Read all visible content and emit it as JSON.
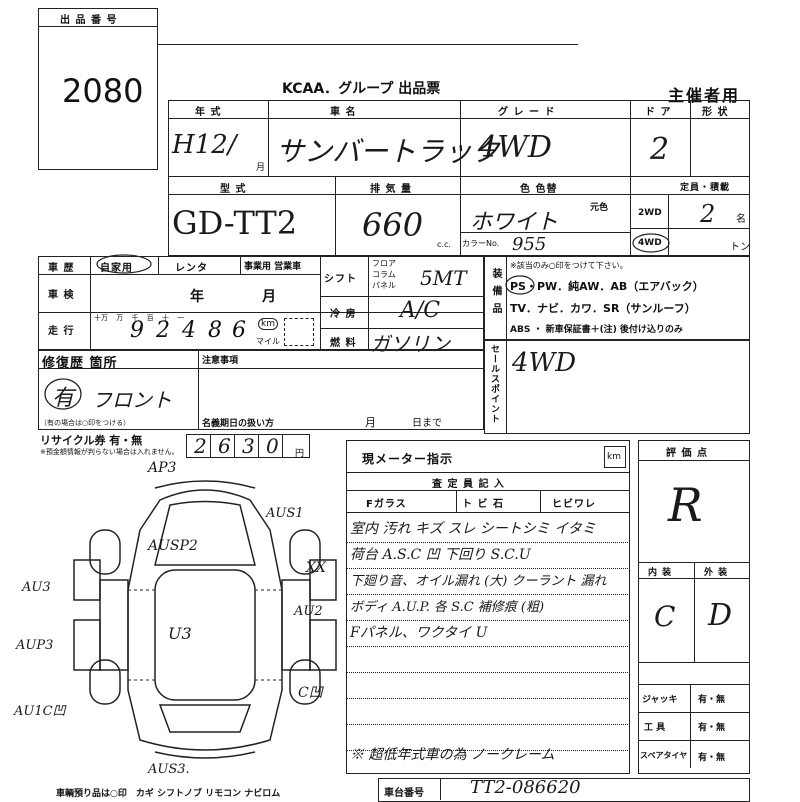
{
  "listing": {
    "header": "出 品 番 号",
    "number": "2080"
  },
  "form": {
    "title": "KCAA．グループ 出品票",
    "usage": "主催者用"
  },
  "row1": {
    "year_label": "年 式",
    "year_value": "H12/",
    "month_label": "月",
    "name_label": "車 名",
    "name_value": "サンバートラック",
    "grade_label": "グ レ ー ド",
    "grade_value": "4WD",
    "door_label": "ド ア",
    "door_value": "2",
    "shape_label": "形 状"
  },
  "row2": {
    "model_label": "型 式",
    "model_value": "GD-TT2",
    "cc_label": "排 気 量",
    "cc_value": "660",
    "cc_unit": "c.c.",
    "color_label": "色 色替",
    "color_value": "ホワイト",
    "color_orig_label": "元色",
    "colorno_label": "カラーNo.",
    "colorno_value": "955",
    "capacity_label": "定員・積載",
    "wd2": "2WD",
    "wd4": "4WD",
    "capacity_value": "2",
    "capacity_unit": "名",
    "load_unit": "トン"
  },
  "history": {
    "label": "車 歴",
    "opt1": "自家用",
    "opt2": "レンタ",
    "opt3": "事業用 営業車",
    "inspect_label": "車 検",
    "inspect_year": "年",
    "inspect_month": "月",
    "mileage_label": "走 行",
    "mileage_units": "十万 万 千 百 十 一",
    "mileage_digits": [
      "9",
      "2",
      "4",
      "8",
      "6"
    ],
    "km": "km",
    "mile": "マイル",
    "shift_label": "シフト",
    "shift_opts": "フロア\nコラム\nパネル",
    "shift_value": "5MT",
    "ac_label": "冷 房",
    "ac_value": "A/C",
    "fuel_label": "燃 料",
    "fuel_value": "ガソリン"
  },
  "equipment": {
    "label": "装 備 品",
    "note": "※該当のみ○印をつけて下さい。",
    "line1": "PS・PW．純AW．AB（エアバック）",
    "line2": "TV．ナビ．カワ．SR（サンルーフ）",
    "line3": "ABS ・ 新車保証書＋(注) 後付け込りのみ"
  },
  "repair": {
    "label": "修復歴 箇所",
    "mark": "有",
    "value": "フロント",
    "note": "（有の場合は○印をつける）",
    "notice_label": "注意事項",
    "deadline_label": "名義期日の扱い方",
    "deadline_month": "月",
    "deadline_day": "日まで"
  },
  "salespoint": {
    "label": "セールスポイント",
    "value": "4WD"
  },
  "recycle": {
    "label": "リサイクル券 有・無",
    "note": "※預金額情報が判らない場合は入れません。",
    "digits": [
      "2",
      "6",
      "3",
      "0"
    ],
    "yen": "円"
  },
  "meter": {
    "label": "現メーター指示",
    "unit": "km"
  },
  "inspector": {
    "label": "査 定 員 記 入",
    "col1": "Fガラス",
    "col2": "ト ビ 石",
    "col3": "ヒビワレ",
    "lines": [
      "室内 汚れ キズ スレ シートシミ イタミ",
      "荷台 A.S.C 凹 下回り S.C.U",
      "下廻り音、オイル漏れ (大) クーラント 漏れ",
      "ボディ A.U.P. 各 S.C 補修痕 (粗)",
      "Fパネル、ワクタイ U"
    ],
    "footer": "※ 超低年式車の為 ノークレーム"
  },
  "rating": {
    "label": "評 価 点",
    "value": "R",
    "interior_label": "内 装",
    "exterior_label": "外 装",
    "interior_value": "C",
    "exterior_value": "D"
  },
  "tools": {
    "jack_label": "ジャッキ",
    "tool_label": "工 具",
    "spare_label": "スペアタイヤ",
    "opt": "有・無"
  },
  "diagram": {
    "notes": [
      "AP3",
      "AUS1",
      "AUSP2",
      "XX",
      "AU3",
      "AU2",
      "AUP3",
      "U3",
      "C凹",
      "AU1C凹",
      "AUS3."
    ]
  },
  "footer": {
    "keys": "車輌預り品は○印　カギ シフトノブ リモコン ナビロム",
    "chassis_label": "車台番号",
    "chassis_value": "TT2-086620"
  }
}
